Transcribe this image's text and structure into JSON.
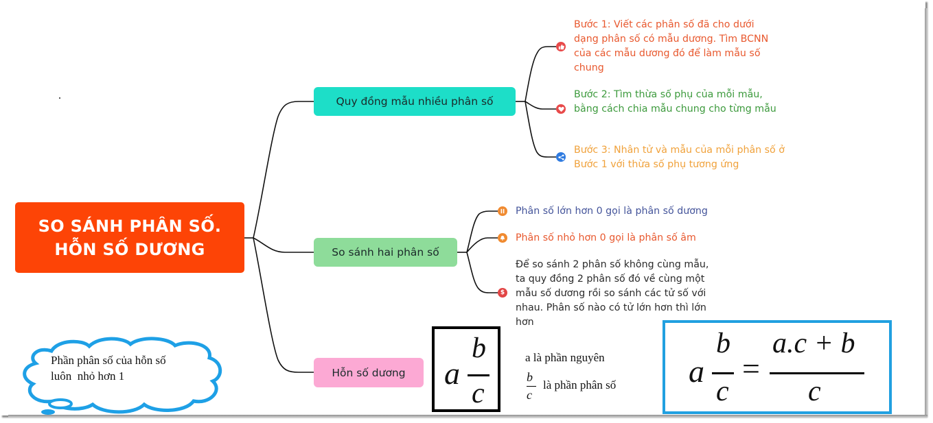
{
  "root": {
    "line1": "SO SÁNH PHÂN SỐ.",
    "line2": "HỖN SỐ DƯƠNG",
    "color": "#fd4406"
  },
  "branches": [
    {
      "label": "Quy đồng mẫu nhiều phân số",
      "color": "#1ddec8",
      "leaves": [
        {
          "text": "Bước 1: Viết các phân số đã cho dưới dạng phân số có mẫu dương. Tìm BCNN của các mẫu dương đó để làm mẫu số chung",
          "icon": "thumbs-up-icon",
          "color": "#e8582e"
        },
        {
          "text": "Bước 2: Tìm thừa số phụ của mỗi mẫu, bằng cách chia mẫu chung cho từng mẫu",
          "icon": "heart-icon",
          "color": "#3d9a3d"
        },
        {
          "text": "Bước 3: Nhân tử và mẫu của mỗi phân số ở Bước 1 với thừa số phụ tương ứng",
          "icon": "share-icon",
          "color": "#f0a13a"
        }
      ]
    },
    {
      "label": "So sánh hai phân số",
      "color": "#8edc9a",
      "leaves": [
        {
          "text": "Phân số lớn hơn 0 gọi là phân số dương",
          "icon": "pause-icon",
          "color": "#44549a"
        },
        {
          "text": "Phân số nhỏ hơn 0 gọi là phân số âm",
          "icon": "bell-icon",
          "color": "#e8582e"
        },
        {
          "text": "Để so sánh 2 phân số không cùng mẫu, ta quy đồng 2 phân số đó về cùng một mẫu số dương rồi so sánh các tử số với nhau. Phân số nào có tử lớn hơn thì lớn hơn",
          "icon": "dollar-icon",
          "color": "#2a2a2a"
        }
      ]
    },
    {
      "label": "Hỗn số dương",
      "color": "#fca9d4"
    }
  ],
  "icons": {
    "thumbs_up": "👍",
    "heart": "♥",
    "share": "<",
    "pause": "II",
    "bell": "▲",
    "dollar": "$"
  },
  "cloud": {
    "line1": "Phần phân số của hỗn số",
    "line2": "luôn  nhỏ hơn 1"
  },
  "mixed_number": {
    "whole": "a",
    "numerator": "b",
    "denominator": "c",
    "whole_desc": "a là phần nguyên",
    "fraction_desc": "là phần phân số"
  },
  "formula": {
    "whole": "a",
    "numerator": "b",
    "denominator": "c",
    "equals": "=",
    "rhs_numerator": "a.c + b",
    "rhs_denominator": "c"
  }
}
